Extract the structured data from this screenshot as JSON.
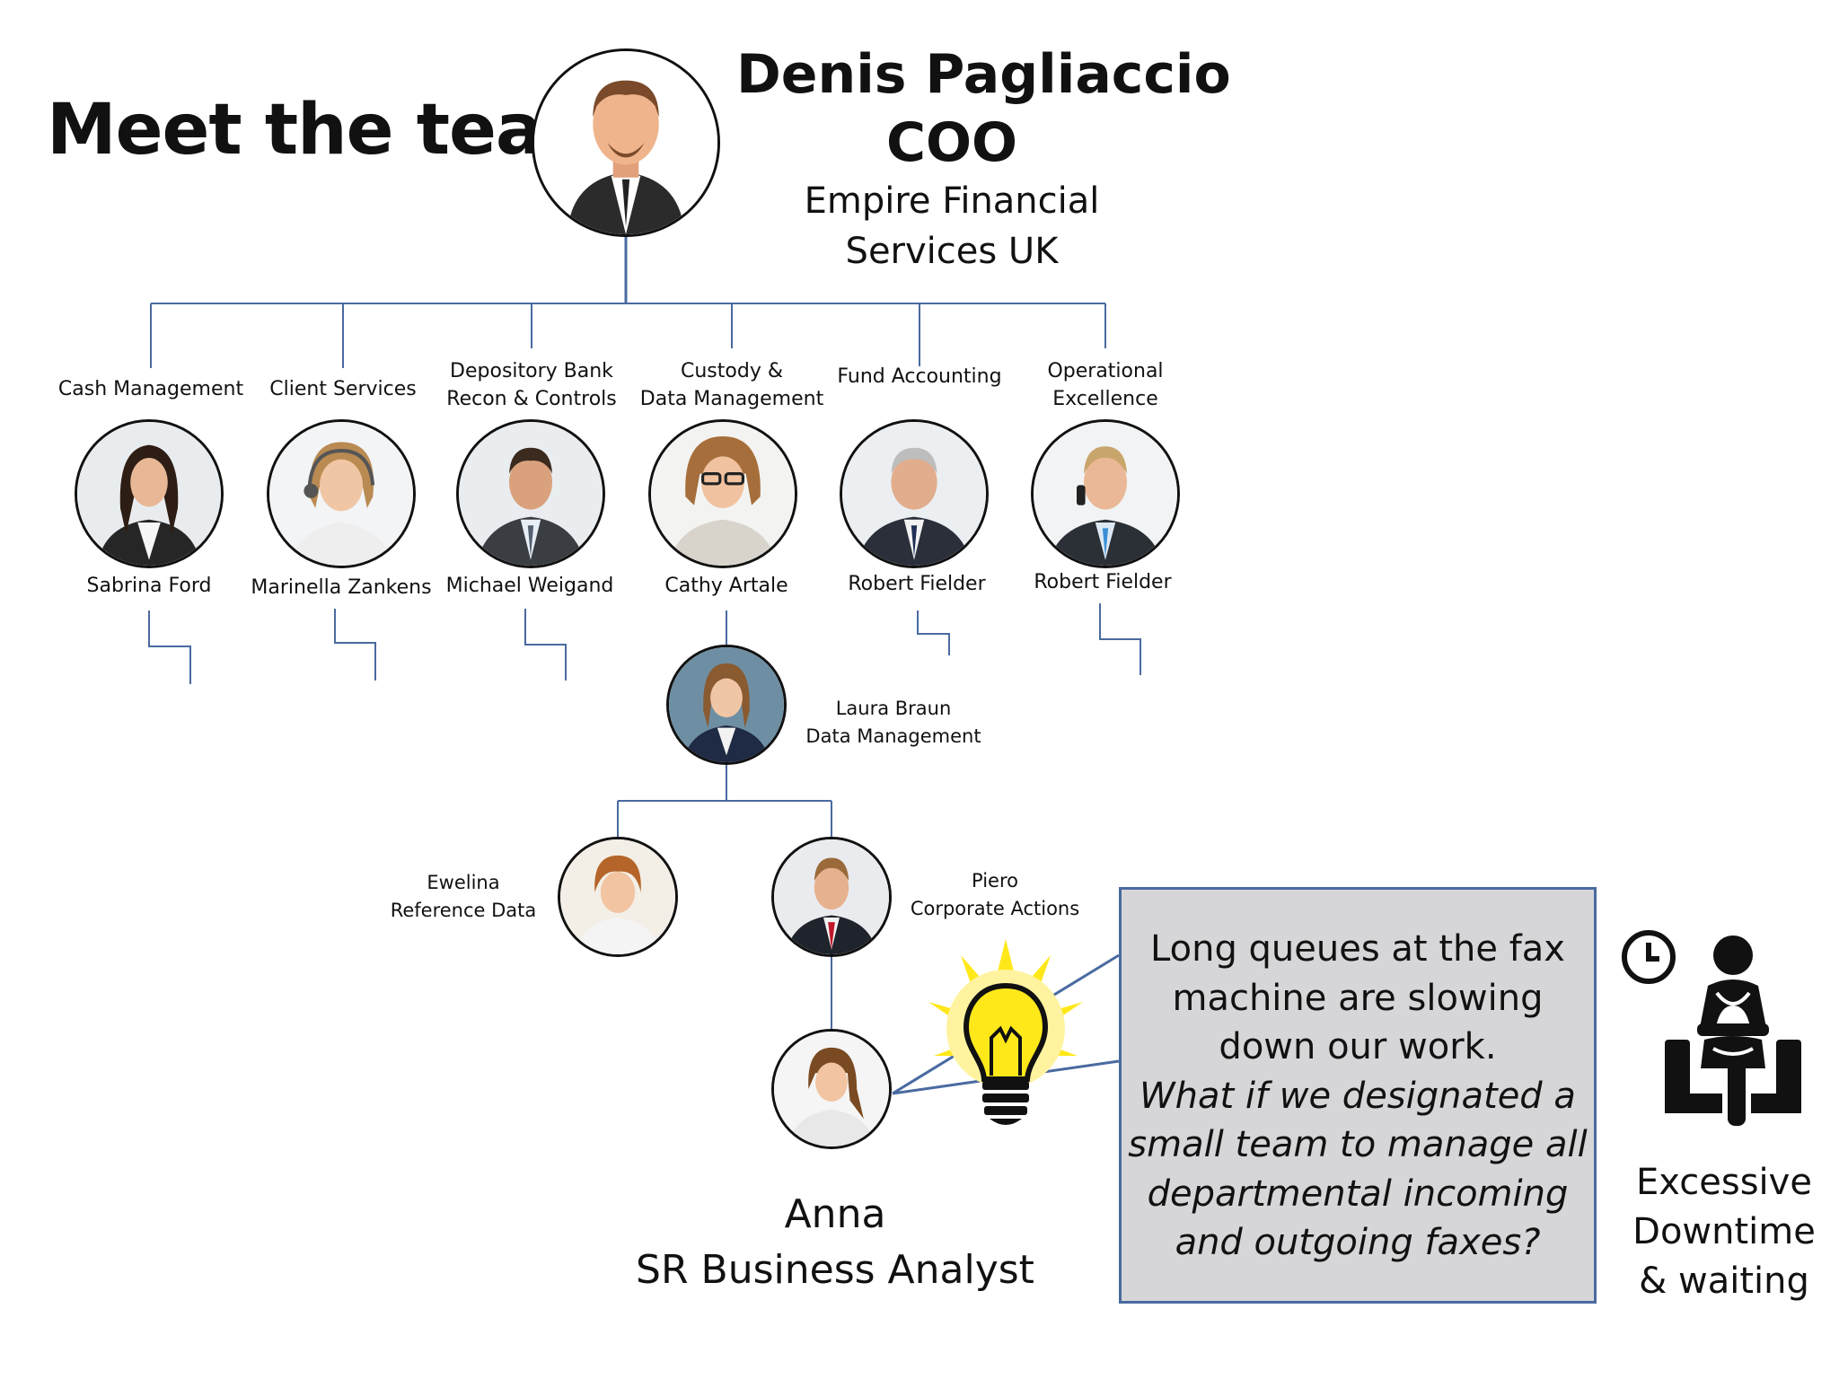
{
  "title": "Meet the team",
  "ceo": {
    "name": "Denis Pagliaccio",
    "role": "COO",
    "company_line1": "Empire Financial",
    "company_line2": "Services UK"
  },
  "departments": [
    {
      "line1": "",
      "line2": "Cash Management",
      "person": "Sabrina Ford"
    },
    {
      "line1": "",
      "line2": "Client Services",
      "person": "Marinella Zankens"
    },
    {
      "line1": "Depository Bank",
      "line2": "Recon & Controls",
      "person": "Michael Weigand"
    },
    {
      "line1": "Custody &",
      "line2": "Data Management",
      "person": "Cathy Artale"
    },
    {
      "line1": "",
      "line2": "Fund Accounting",
      "person": "Robert Fielder"
    },
    {
      "line1": "Operational",
      "line2": "Excellence",
      "person": "Robert Fielder"
    }
  ],
  "laura": {
    "name": "Laura Braun",
    "role": "Data Management"
  },
  "ewelina": {
    "name": "Ewelina",
    "role": "Reference Data"
  },
  "piero": {
    "name": "Piero",
    "role": "Corporate Actions"
  },
  "anna": {
    "name": "Anna",
    "role": "SR Business Analyst"
  },
  "bubble": {
    "line1": "Long queues at the fax",
    "line2": "machine are slowing",
    "line3": "down our work.",
    "line4": "What if we designated a",
    "line5": "small team to manage all",
    "line6": "departmental incoming",
    "line7": "and outgoing faxes?"
  },
  "side": {
    "line1": "Excessive",
    "line2": "Downtime",
    "line3": "& waiting"
  },
  "colors": {
    "connector": "#4a6aa0",
    "bubble_fill": "#d6d6d9",
    "bulb": "#ffe81a",
    "text": "#111111"
  },
  "icons": [
    "ceo-avatar-icon",
    "lightbulb-icon",
    "clock-icon",
    "waiting-person-icon"
  ]
}
